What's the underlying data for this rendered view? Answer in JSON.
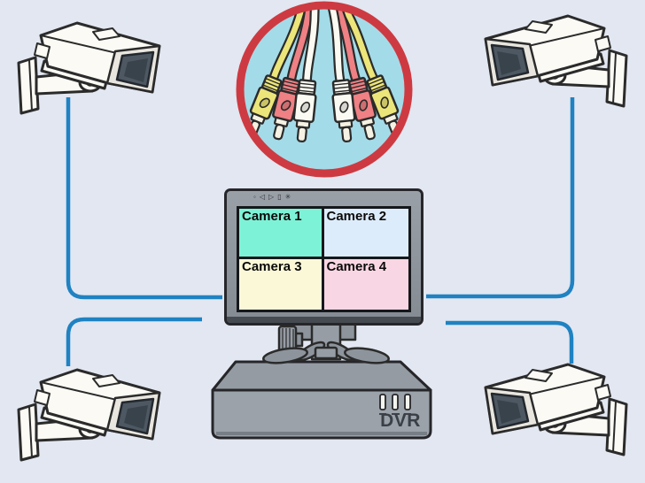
{
  "monitor": {
    "controls": [
      {
        "name": "power-icon",
        "glyph": "◦"
      },
      {
        "name": "prev-icon",
        "glyph": "◁"
      },
      {
        "name": "play-icon",
        "glyph": "▷"
      },
      {
        "name": "stop-icon",
        "glyph": "▯"
      },
      {
        "name": "settings-icon",
        "glyph": "✳"
      }
    ],
    "feeds": [
      {
        "label": "Camera 1",
        "bg": "#7ef2d6"
      },
      {
        "label": "Camera 2",
        "bg": "#ddecfa"
      },
      {
        "label": "Camera 3",
        "bg": "#fbf8d8"
      },
      {
        "label": "Camera 4",
        "bg": "#f9d6e3"
      }
    ]
  },
  "dvr": {
    "label": "DVR",
    "indicator_count": 3
  },
  "cameras": [
    {
      "position": "top-left"
    },
    {
      "position": "top-right"
    },
    {
      "position": "bottom-left"
    },
    {
      "position": "bottom-right"
    }
  ],
  "inset": {
    "ring_color": "#ce3a41",
    "bg_color": "#a4dbe8",
    "plug_colors": {
      "yellow": "#ece579",
      "red": "#ef8084",
      "white": "#fbfaf2"
    },
    "plug_order_left": [
      "yellow",
      "red",
      "white"
    ],
    "plug_order_right": [
      "white",
      "red",
      "yellow"
    ]
  },
  "colors": {
    "background": "#e2e7f1",
    "cable": "#1f82c2",
    "monitor_bezel": "#8e959c",
    "screen_border": "#15181b",
    "dvr_body": "#9ba2aa",
    "camera_body": "#fbfaf5",
    "lens": "#4d5863"
  }
}
